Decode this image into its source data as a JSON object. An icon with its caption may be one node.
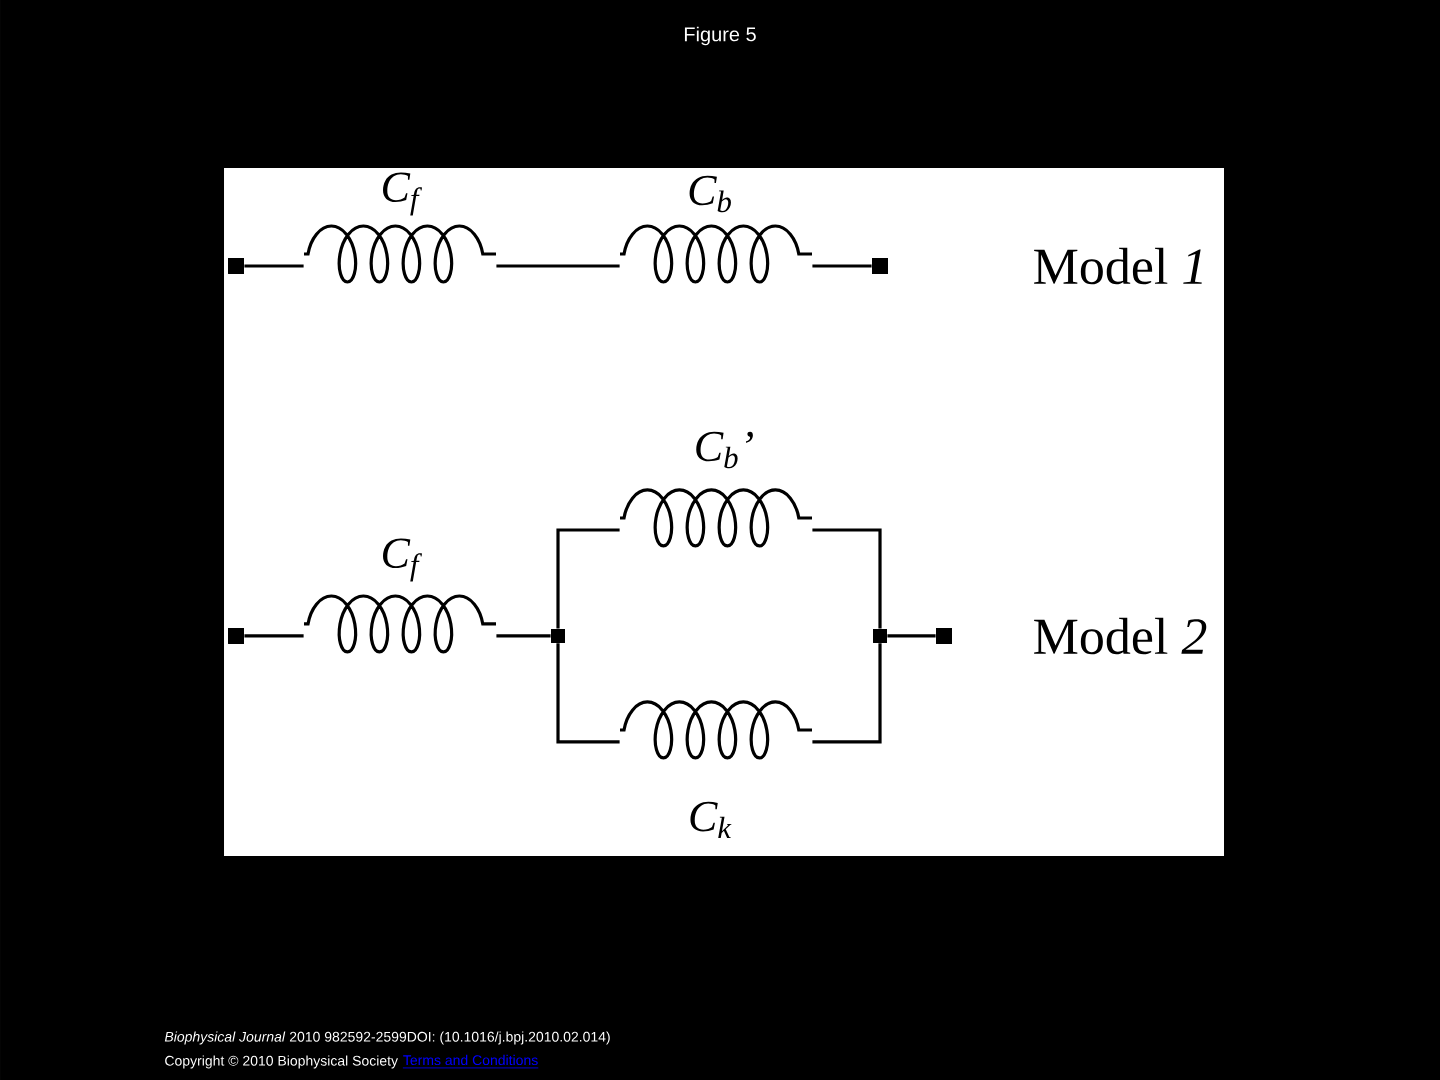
{
  "diagram": {
    "title": "Figure 5",
    "nodes": [
      {
        "text": [],
        "shape": "box"
      },
      {
        "text": [],
        "shape": "spring",
        "beside": [
          "C$_{f}$"
        ]
      },
      {
        "text": [],
        "shape": "spring",
        "beside": [
          "C$_{b}$"
        ]
      },
      {
        "text": [],
        "shape": "box"
      },
      {
        "text": [],
        "shape": "box"
      },
      {
        "text": [],
        "shape": "spring",
        "beside": [
          "C$_{f}$"
        ]
      },
      {
        "text": [],
        "shape": "box"
      },
      {
        "text": [],
        "shape": "spring",
        "beside": [
          "C$_{b}$’"
        ]
      },
      {
        "text": [],
        "shape": "spring",
        "beside": [
          "C$_{k}$"
        ]
      },
      {
        "text": [],
        "shape": "box"
      },
      {
        "text": [],
        "shape": "box"
      }
    ],
    "edges": [
      {
        "from": 0,
        "to": 1,
        "arrow": "none"
      },
      {
        "from": 1,
        "to": 2,
        "arrow": "none"
      },
      {
        "from": 2,
        "to": 3,
        "arrow": "none"
      },
      {
        "from": 4,
        "to": 5,
        "arrow": "none"
      },
      {
        "from": 5,
        "to": 6,
        "arrow": "none"
      },
      {
        "from": 6,
        "to": 7,
        "arrow": "none"
      },
      {
        "from": 6,
        "to": 8,
        "arrow": "none"
      },
      {
        "from": 7,
        "to": 9,
        "arrow": "none"
      },
      {
        "from": 8,
        "to": 9,
        "arrow": "none"
      },
      {
        "from": 9,
        "to": 10,
        "arrow": "none"
      }
    ],
    "labels": [
      "Model *1*",
      "Model *2*",
      "*Biophysical Journal* 2010 982592-2599DOI: (10.1016/j.bpj.2010.02.014)",
      "Copyright © 2010 Biophysical Society",
      "Terms and Conditions"
    ]
  }
}
